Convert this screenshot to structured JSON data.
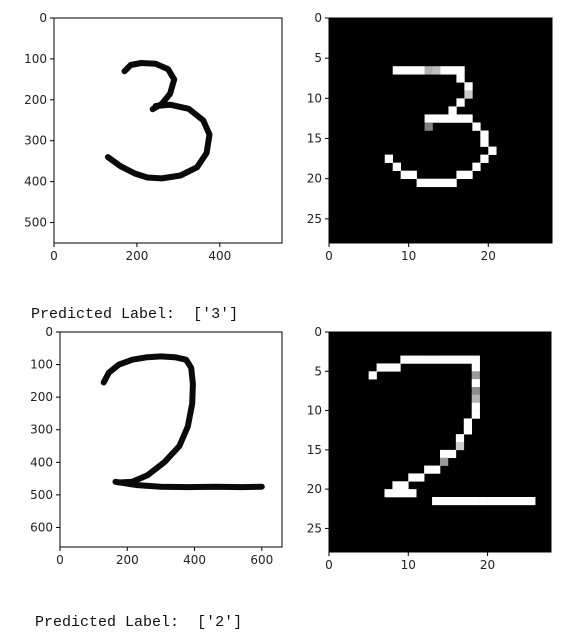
{
  "colors": {
    "ink": "#000000",
    "stroke": "#0a0a0a",
    "pixel_on": "#ffffff",
    "pixel_bg": "#000000"
  },
  "predictions": [
    {
      "label_text": "Predicted Label:",
      "value_text": "['3']"
    },
    {
      "label_text": "Predicted Label:",
      "value_text": "['2']"
    }
  ],
  "chart_data": [
    {
      "type": "image",
      "title": "",
      "xlabel": "",
      "ylabel": "",
      "xlim": [
        0,
        550
      ],
      "ylim": [
        550,
        0
      ],
      "x_ticks": [
        0,
        200,
        400
      ],
      "y_ticks": [
        0,
        100,
        200,
        300,
        400,
        500
      ],
      "content": "handwritten digit 3 (black stroke on white)",
      "strokes": [
        [
          [
            170,
            130
          ],
          [
            185,
            115
          ],
          [
            210,
            110
          ],
          [
            245,
            112
          ],
          [
            275,
            125
          ],
          [
            290,
            150
          ],
          [
            280,
            185
          ],
          [
            260,
            210
          ],
          [
            238,
            223
          ]
        ],
        [
          [
            245,
            215
          ],
          [
            280,
            212
          ],
          [
            325,
            222
          ],
          [
            360,
            250
          ],
          [
            375,
            285
          ],
          [
            368,
            330
          ],
          [
            345,
            365
          ],
          [
            305,
            385
          ],
          [
            260,
            392
          ],
          [
            225,
            390
          ],
          [
            195,
            380
          ],
          [
            160,
            362
          ],
          [
            130,
            340
          ]
        ]
      ]
    },
    {
      "type": "heatmap",
      "title": "",
      "xlabel": "",
      "ylabel": "",
      "xlim": [
        0,
        28
      ],
      "ylim": [
        28,
        0
      ],
      "x_ticks": [
        0,
        10,
        20
      ],
      "y_ticks": [
        0,
        5,
        10,
        15,
        20,
        25
      ],
      "content": "28x28 downsampled digit 3",
      "pixels": [
        [
          6,
          8,
          1
        ],
        [
          6,
          9,
          1
        ],
        [
          6,
          10,
          1
        ],
        [
          6,
          11,
          1
        ],
        [
          6,
          12,
          0.7
        ],
        [
          6,
          13,
          0.75
        ],
        [
          6,
          14,
          1
        ],
        [
          6,
          15,
          1
        ],
        [
          6,
          16,
          1
        ],
        [
          7,
          16,
          1
        ],
        [
          8,
          17,
          1
        ],
        [
          9,
          17,
          0.8
        ],
        [
          10,
          16,
          1
        ],
        [
          11,
          15,
          1
        ],
        [
          12,
          14,
          1
        ],
        [
          12,
          13,
          1
        ],
        [
          12,
          12,
          1
        ],
        [
          13,
          12,
          0.5
        ],
        [
          12,
          15,
          1
        ],
        [
          12,
          16,
          1
        ],
        [
          12,
          17,
          1
        ],
        [
          13,
          18,
          1
        ],
        [
          14,
          19,
          1
        ],
        [
          15,
          19,
          1
        ],
        [
          16,
          20,
          1
        ],
        [
          17,
          19,
          1
        ],
        [
          18,
          18,
          1
        ],
        [
          19,
          17,
          1
        ],
        [
          19,
          16,
          1
        ],
        [
          20,
          15,
          1
        ],
        [
          20,
          14,
          1
        ],
        [
          20,
          13,
          1
        ],
        [
          20,
          12,
          1
        ],
        [
          20,
          11,
          1
        ],
        [
          19,
          10,
          1
        ],
        [
          19,
          9,
          1
        ],
        [
          18,
          8,
          1
        ],
        [
          17,
          7,
          1
        ]
      ]
    },
    {
      "type": "image",
      "title": "",
      "xlabel": "",
      "ylabel": "",
      "xlim": [
        0,
        660
      ],
      "ylim": [
        660,
        0
      ],
      "x_ticks": [
        0,
        200,
        400,
        600
      ],
      "y_ticks": [
        0,
        100,
        200,
        300,
        400,
        500,
        600
      ],
      "content": "handwritten digit 2 (black stroke on white)",
      "strokes": [
        [
          [
            130,
            155
          ],
          [
            145,
            125
          ],
          [
            175,
            100
          ],
          [
            215,
            85
          ],
          [
            255,
            78
          ],
          [
            300,
            75
          ],
          [
            345,
            78
          ],
          [
            375,
            85
          ],
          [
            390,
            110
          ],
          [
            395,
            160
          ],
          [
            393,
            220
          ],
          [
            380,
            290
          ],
          [
            355,
            350
          ],
          [
            310,
            400
          ],
          [
            260,
            440
          ],
          [
            215,
            460
          ],
          [
            175,
            462
          ]
        ],
        [
          [
            165,
            460
          ],
          [
            230,
            470
          ],
          [
            300,
            475
          ],
          [
            380,
            476
          ],
          [
            460,
            475
          ],
          [
            540,
            476
          ],
          [
            600,
            475
          ]
        ]
      ]
    },
    {
      "type": "heatmap",
      "title": "",
      "xlabel": "",
      "ylabel": "",
      "xlim": [
        0,
        28
      ],
      "ylim": [
        28,
        0
      ],
      "x_ticks": [
        0,
        10,
        20
      ],
      "y_ticks": [
        0,
        5,
        10,
        15,
        20,
        25
      ],
      "content": "28x28 downsampled digit 2",
      "pixels": [
        [
          3,
          9,
          1
        ],
        [
          3,
          10,
          1
        ],
        [
          3,
          11,
          1
        ],
        [
          3,
          12,
          1
        ],
        [
          3,
          13,
          1
        ],
        [
          3,
          14,
          1
        ],
        [
          3,
          15,
          1
        ],
        [
          3,
          16,
          1
        ],
        [
          3,
          17,
          1
        ],
        [
          3,
          18,
          1
        ],
        [
          4,
          6,
          1
        ],
        [
          4,
          7,
          1
        ],
        [
          4,
          8,
          1
        ],
        [
          4,
          18,
          1
        ],
        [
          5,
          5,
          1
        ],
        [
          5,
          18,
          0.6
        ],
        [
          6,
          18,
          1
        ],
        [
          7,
          18,
          0.55
        ],
        [
          8,
          18,
          0.7
        ],
        [
          9,
          18,
          1
        ],
        [
          10,
          18,
          1
        ],
        [
          11,
          17,
          1
        ],
        [
          12,
          17,
          1
        ],
        [
          13,
          16,
          1
        ],
        [
          14,
          16,
          0.8
        ],
        [
          15,
          15,
          1
        ],
        [
          15,
          14,
          1
        ],
        [
          16,
          14,
          0.6
        ],
        [
          17,
          13,
          1
        ],
        [
          17,
          12,
          1
        ],
        [
          18,
          11,
          1
        ],
        [
          18,
          10,
          1
        ],
        [
          19,
          9,
          1
        ],
        [
          19,
          8,
          1
        ],
        [
          20,
          7,
          1
        ],
        [
          20,
          8,
          1
        ],
        [
          20,
          9,
          1
        ],
        [
          20,
          10,
          1
        ],
        [
          21,
          13,
          1
        ],
        [
          21,
          14,
          1
        ],
        [
          21,
          15,
          1
        ],
        [
          21,
          16,
          1
        ],
        [
          21,
          17,
          1
        ],
        [
          21,
          18,
          1
        ],
        [
          21,
          19,
          1
        ],
        [
          21,
          20,
          1
        ],
        [
          21,
          21,
          1
        ],
        [
          21,
          22,
          1
        ],
        [
          21,
          23,
          1
        ],
        [
          21,
          24,
          1
        ],
        [
          21,
          25,
          1
        ]
      ]
    }
  ]
}
